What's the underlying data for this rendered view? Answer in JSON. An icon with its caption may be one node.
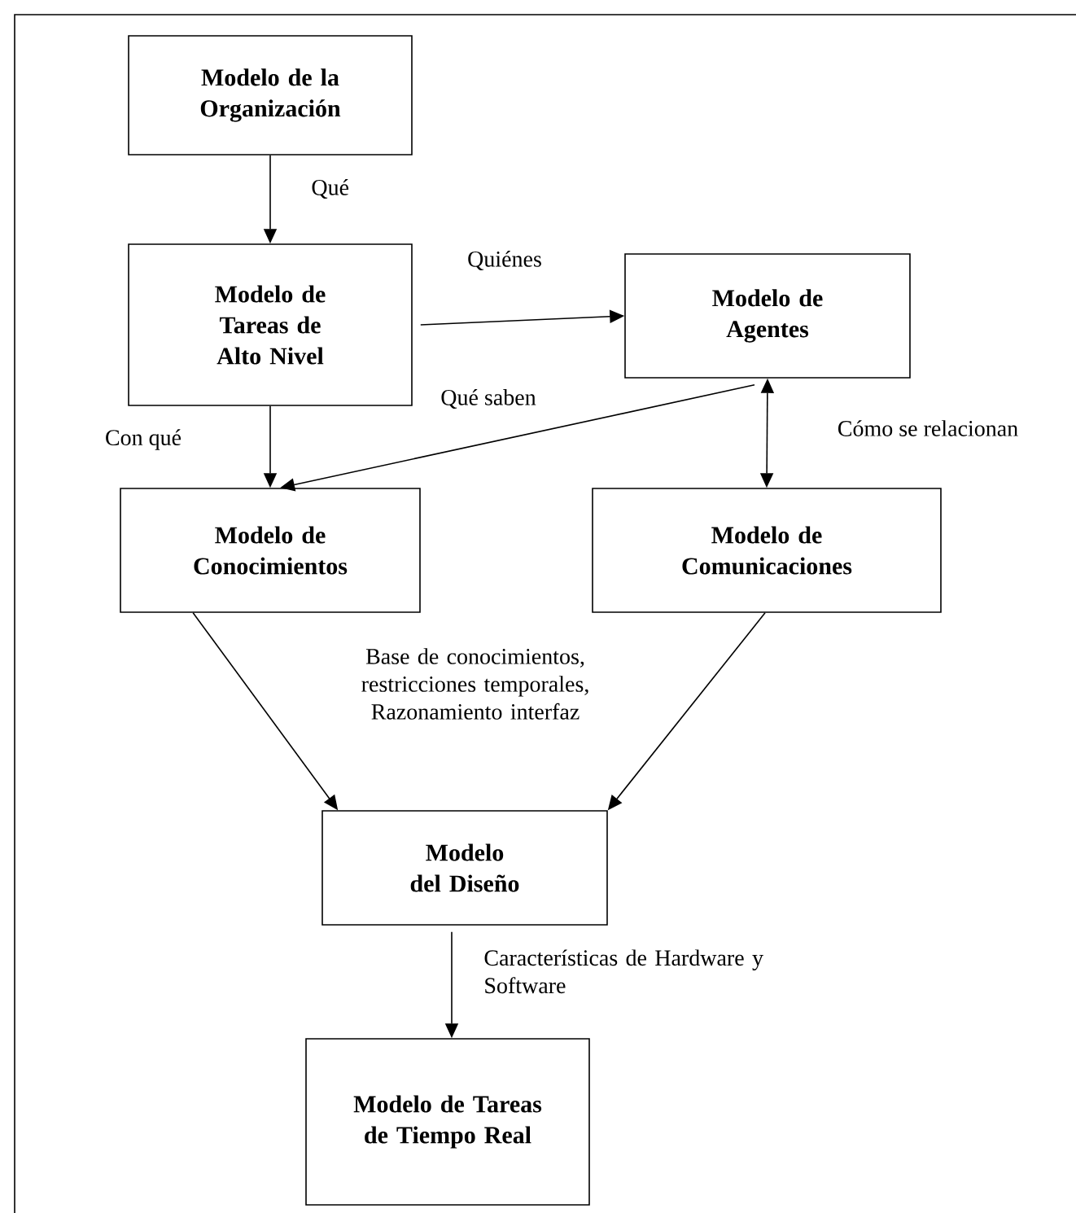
{
  "diagram": {
    "nodes": [
      {
        "text": [
          "Modelo de la Organización"
        ]
      },
      {
        "text": [
          "Modelo de Tareas de Alto Nivel"
        ]
      },
      {
        "text": [
          "Modelo de Agentes"
        ]
      },
      {
        "text": [
          "Modelo de Conocimientos"
        ]
      },
      {
        "text": [
          "Modelo de Comunicaciones"
        ]
      },
      {
        "text": [
          "Modelo del Diseño"
        ]
      },
      {
        "text": [
          "Modelo de Tareas de Tiempo Real"
        ]
      }
    ],
    "edges": [
      {
        "from": 0,
        "to": 1,
        "arrow": "to",
        "label": "Qué"
      },
      {
        "from": 1,
        "to": 2,
        "arrow": "to",
        "label": "Quiénes"
      },
      {
        "from": 2,
        "to": 3,
        "arrow": "to",
        "label": "Qué saben"
      },
      {
        "from": 1,
        "to": 3,
        "arrow": "to",
        "label": "Con qué"
      },
      {
        "from": 2,
        "to": 4,
        "arrow": "both",
        "label": "Cómo se relacionan"
      },
      {
        "from": 3,
        "to": 5,
        "arrow": "to"
      },
      {
        "from": 4,
        "to": 5,
        "arrow": "to"
      },
      {
        "from": 5,
        "to": 6,
        "arrow": "to",
        "label": "Características de Hardware y Software"
      }
    ],
    "labels": [
      "Base de conocimientos, restricciones temporales, Razonamiento interfaz"
    ]
  }
}
